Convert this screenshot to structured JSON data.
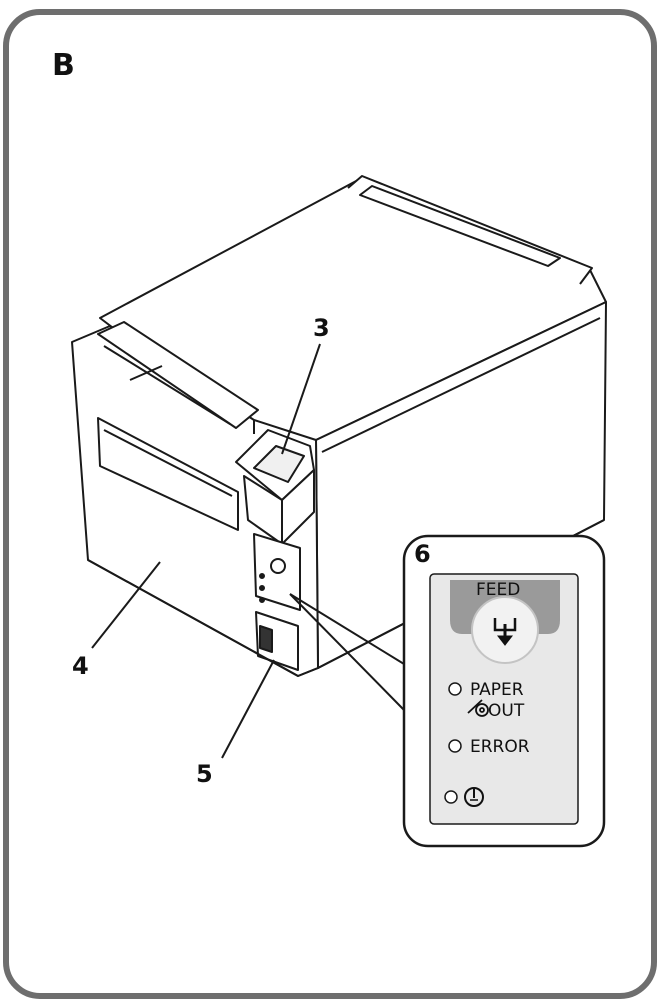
{
  "figure": {
    "letter": "B"
  },
  "callouts": {
    "top_cover_button": "3",
    "front_cover": "4",
    "connector_cover": "5",
    "control_panel": "6"
  },
  "control_panel": {
    "feed_label": "FEED",
    "paper_label": "PAPER",
    "out_label": "OUT",
    "error_label": "ERROR"
  },
  "colors": {
    "frame_stroke": "#6e6e6e",
    "line": "#1a1a1a",
    "panel_background": "#e8e8e8",
    "feed_band": "#9a9a9a",
    "feed_button": "#f2f2f2"
  },
  "icons": [
    "feed-arrow-icon",
    "paper-roll-icon",
    "power-icon"
  ]
}
